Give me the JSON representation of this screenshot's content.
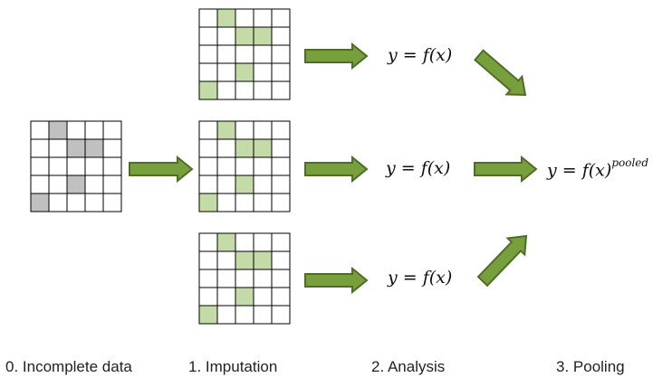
{
  "colors": {
    "missing_fill": "#c0c0c0",
    "imputed_fill": "#c5dba7",
    "grid_line": "#000000",
    "arrow_fill": "#77a03c",
    "arrow_stroke": "#4f6d27"
  },
  "grid": {
    "rows": 5,
    "cols": 5,
    "missing_cells": [
      [
        0,
        1
      ],
      [
        1,
        2
      ],
      [
        1,
        3
      ],
      [
        3,
        2
      ],
      [
        4,
        0
      ]
    ],
    "imputed_cells": [
      [
        0,
        1
      ],
      [
        1,
        2
      ],
      [
        1,
        3
      ],
      [
        3,
        2
      ],
      [
        4,
        0
      ]
    ]
  },
  "formulas": {
    "analysis": "y = f(x)",
    "pooled_base": "y = f(x)",
    "pooled_sup": "pooled"
  },
  "steps": [
    {
      "label": "0. Incomplete data"
    },
    {
      "label": "1.  Imputation"
    },
    {
      "label": "2.  Analysis"
    },
    {
      "label": "3.  Pooling"
    }
  ]
}
